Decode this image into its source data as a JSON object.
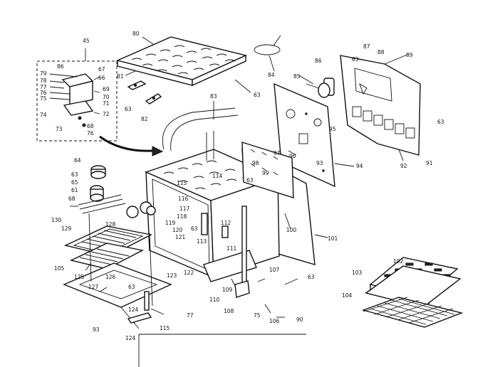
{
  "callouts": [
    {
      "id": "c45",
      "text": "45"
    },
    {
      "id": "c86a",
      "text": "86"
    },
    {
      "id": "c79",
      "text": "79"
    },
    {
      "id": "c78",
      "text": "78"
    },
    {
      "id": "c77a",
      "text": "77"
    },
    {
      "id": "c76",
      "text": "76"
    },
    {
      "id": "c75a",
      "text": "75"
    },
    {
      "id": "c74",
      "text": "74"
    },
    {
      "id": "c73",
      "text": "73"
    },
    {
      "id": "c67",
      "text": "67"
    },
    {
      "id": "c66",
      "text": "66"
    },
    {
      "id": "c69",
      "text": "69"
    },
    {
      "id": "c70",
      "text": "70"
    },
    {
      "id": "c71",
      "text": "71"
    },
    {
      "id": "c72",
      "text": "72"
    },
    {
      "id": "c68",
      "text": "68"
    },
    {
      "id": "c76b",
      "text": "76"
    },
    {
      "id": "c80",
      "text": "80"
    },
    {
      "id": "c81",
      "text": "81"
    },
    {
      "id": "c63a",
      "text": "63"
    },
    {
      "id": "c63b",
      "text": "63"
    },
    {
      "id": "c82",
      "text": "82"
    },
    {
      "id": "c83",
      "text": "83"
    },
    {
      "id": "c84",
      "text": "84"
    },
    {
      "id": "c85",
      "text": "85"
    },
    {
      "id": "c86b",
      "text": "86"
    },
    {
      "id": "c87",
      "text": "87"
    },
    {
      "id": "c63c",
      "text": "63"
    },
    {
      "id": "c88",
      "text": "88"
    },
    {
      "id": "c89",
      "text": "89"
    },
    {
      "id": "c63d",
      "text": "63"
    },
    {
      "id": "c92",
      "text": "92"
    },
    {
      "id": "c91",
      "text": "91"
    },
    {
      "id": "c95",
      "text": "95"
    },
    {
      "id": "c94",
      "text": "94"
    },
    {
      "id": "c93",
      "text": "93"
    },
    {
      "id": "c97",
      "text": "97"
    },
    {
      "id": "c96",
      "text": "96"
    },
    {
      "id": "c98",
      "text": "98"
    },
    {
      "id": "c99",
      "text": "99"
    },
    {
      "id": "c63e",
      "text": "63"
    },
    {
      "id": "c114",
      "text": "114"
    },
    {
      "id": "c115",
      "text": "115"
    },
    {
      "id": "c64",
      "text": "64"
    },
    {
      "id": "c63f",
      "text": "63"
    },
    {
      "id": "c65",
      "text": "65"
    },
    {
      "id": "c61",
      "text": "61"
    },
    {
      "id": "c68b",
      "text": "68"
    },
    {
      "id": "c130",
      "text": "130"
    },
    {
      "id": "c129",
      "text": "129"
    },
    {
      "id": "c128",
      "text": "128"
    },
    {
      "id": "c116",
      "text": "116"
    },
    {
      "id": "c117",
      "text": "117"
    },
    {
      "id": "c118",
      "text": "118"
    },
    {
      "id": "c119",
      "text": "119"
    },
    {
      "id": "c120",
      "text": "120"
    },
    {
      "id": "c121",
      "text": "121"
    },
    {
      "id": "c63g",
      "text": "63"
    },
    {
      "id": "c113",
      "text": "113"
    },
    {
      "id": "c112",
      "text": "112"
    },
    {
      "id": "c111",
      "text": "111"
    },
    {
      "id": "c100",
      "text": "100"
    },
    {
      "id": "c101",
      "text": "101"
    },
    {
      "id": "c105",
      "text": "105"
    },
    {
      "id": "c125",
      "text": "125"
    },
    {
      "id": "c127",
      "text": "127"
    },
    {
      "id": "c126",
      "text": "126"
    },
    {
      "id": "c63h",
      "text": "63"
    },
    {
      "id": "c123",
      "text": "123"
    },
    {
      "id": "c122",
      "text": "122"
    },
    {
      "id": "c124",
      "text": "124"
    },
    {
      "id": "c93b",
      "text": "93"
    },
    {
      "id": "c77b",
      "text": "77"
    },
    {
      "id": "c115b",
      "text": "115"
    },
    {
      "id": "c124b",
      "text": "124"
    },
    {
      "id": "c110",
      "text": "110"
    },
    {
      "id": "c109",
      "text": "109"
    },
    {
      "id": "c108",
      "text": "108"
    },
    {
      "id": "c107",
      "text": "107"
    },
    {
      "id": "c63i",
      "text": "63"
    },
    {
      "id": "c75b",
      "text": "75"
    },
    {
      "id": "c106",
      "text": "106"
    },
    {
      "id": "c90",
      "text": "90"
    },
    {
      "id": "c102",
      "text": "102"
    },
    {
      "id": "c103",
      "text": "103"
    },
    {
      "id": "c104",
      "text": "104"
    }
  ]
}
